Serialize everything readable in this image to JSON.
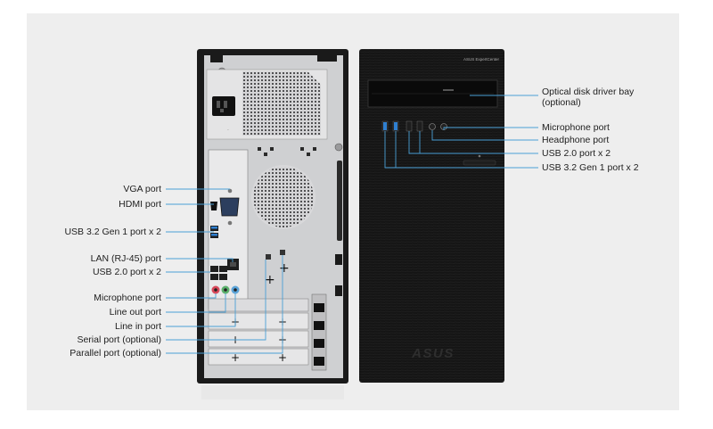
{
  "brand_text": "ASUS",
  "front_model_text": "ASUS ExpertCenter",
  "left_labels": [
    "VGA port",
    "HDMI port",
    "USB 3.2 Gen 1 port x 2",
    "LAN (RJ-45) port",
    "USB 2.0 port x 2",
    "Microphone port",
    "Line out port",
    "Line in port",
    "Serial port (optional)",
    "Parallel port (optional)"
  ],
  "right_labels": [
    "Optical disk driver bay (optional)",
    "Microphone port",
    "Headphone port",
    "USB 2.0 port x 2",
    "USB 3.2 Gen 1 port x 2"
  ],
  "colors": {
    "background": "#eeeeee",
    "case_black": "#111111",
    "chassis_silver": "#cfd0d2",
    "callout_line": "#4aa0d6",
    "usb3_blue": "#2f7fd0",
    "mic_pink": "#d8485a",
    "line_out_green": "#5bb06c",
    "line_in_blue": "#5aa3d8"
  }
}
